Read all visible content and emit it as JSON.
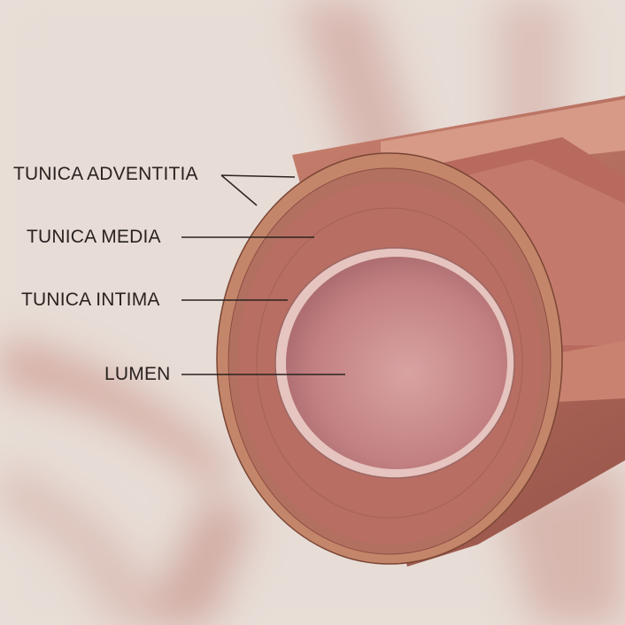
{
  "title": "Blood vessel wall layers",
  "labels": {
    "adventitia": "TUNICA ADVENTITIA",
    "media": "TUNICA MEDIA",
    "intima": "TUNICA INTIMA",
    "lumen": "LUMEN"
  },
  "colors": {
    "background": "#e9dfd8",
    "adventitia": "#c4866a",
    "media": "#b86e62",
    "intima": "#e6c4bf",
    "lumen": "#c9878a",
    "leader_line": "#2a2220"
  }
}
